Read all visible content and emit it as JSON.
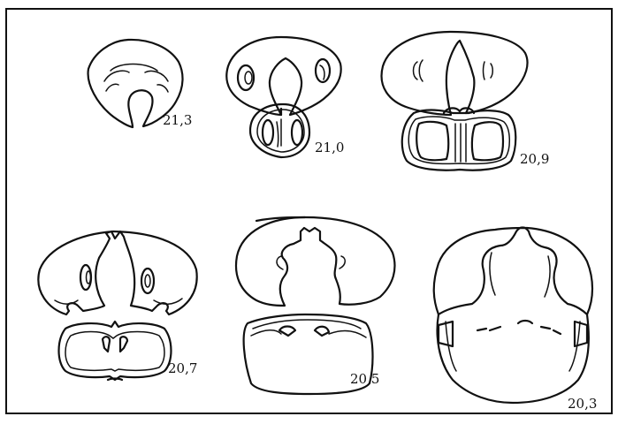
{
  "figure": {
    "labels": [
      "21,3",
      "21,0",
      "20,9",
      "20,7",
      "20,5",
      "20,3"
    ]
  }
}
